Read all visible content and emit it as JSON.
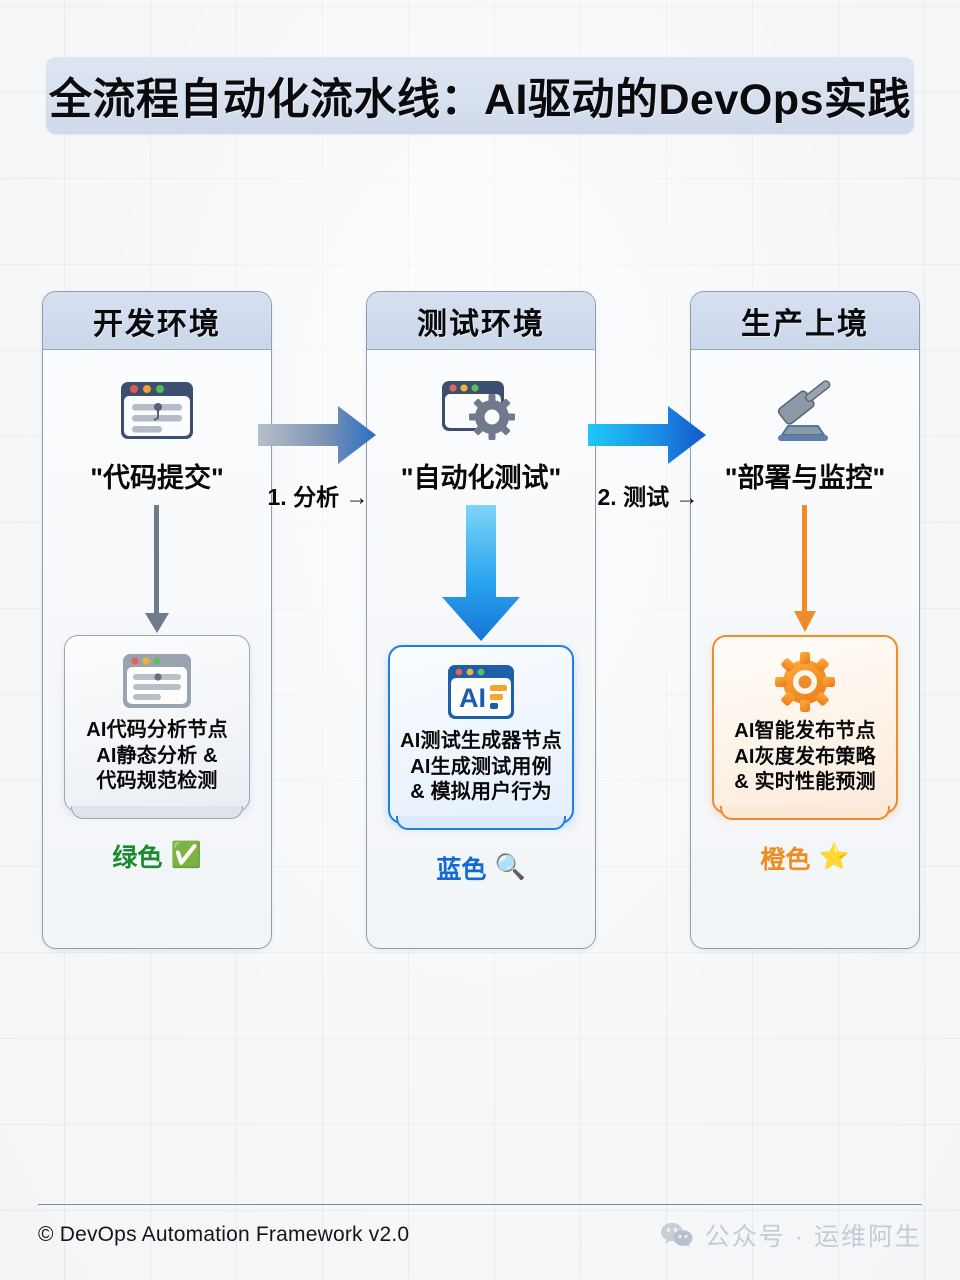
{
  "title": "全流程自动化流水线：AI驱动的DevOps实践",
  "colors": {
    "header_bg": "#cbd7ea",
    "green": "#1a8a2e",
    "blue": "#1269d8",
    "orange": "#ef8c1f",
    "arrow_gray": "#8d96a3",
    "arrow_blue": "#1f7fe0",
    "arrow_cyan": "#19b7f2"
  },
  "columns": [
    {
      "header": "开发环境",
      "top_icon": "browser-code-icon",
      "top_label": "\"代码提交\"",
      "arrow_style": "thin-gray",
      "node": {
        "icon": "browser-code-node-icon",
        "lines": [
          "AI代码分析节点",
          "AI静态分析 &",
          "代码规范检测"
        ]
      },
      "tag": {
        "label": "绿色",
        "glyph": "✅",
        "glyph_name": "green-check-icon",
        "color_class": "green"
      }
    },
    {
      "header": "测试环境",
      "top_icon": "browser-gear-icon",
      "top_label": "\"自动化测试\"",
      "arrow_style": "thick-blue",
      "node": {
        "icon": "browser-ai-icon",
        "lines": [
          "AI测试生成器节点",
          "AI生成测试用例",
          "& 模拟用户行为"
        ]
      },
      "tag": {
        "label": "蓝色",
        "glyph": "🔍",
        "glyph_name": "magnifier-icon",
        "color_class": "blue"
      }
    },
    {
      "header": "生产上境",
      "top_icon": "gavel-icon",
      "top_label": "\"部署与监控\"",
      "arrow_style": "thin-orange",
      "node": {
        "icon": "orange-gear-icon",
        "lines": [
          "AI智能发布节点",
          "AI灰度发布策略",
          "& 实时性能预测"
        ]
      },
      "tag": {
        "label": "橙色",
        "glyph": "⭐",
        "glyph_name": "star-icon",
        "color_class": "orange"
      }
    }
  ],
  "connectors": [
    {
      "label": "1. 分析 →",
      "style": "gray-to-blue"
    },
    {
      "label": "2. 测试 →",
      "style": "cyan-to-blue"
    }
  ],
  "footer": {
    "left": "© DevOps Automation Framework v2.0",
    "right": "公众号 · 运维阿生",
    "right_icon": "wechat-icon"
  }
}
